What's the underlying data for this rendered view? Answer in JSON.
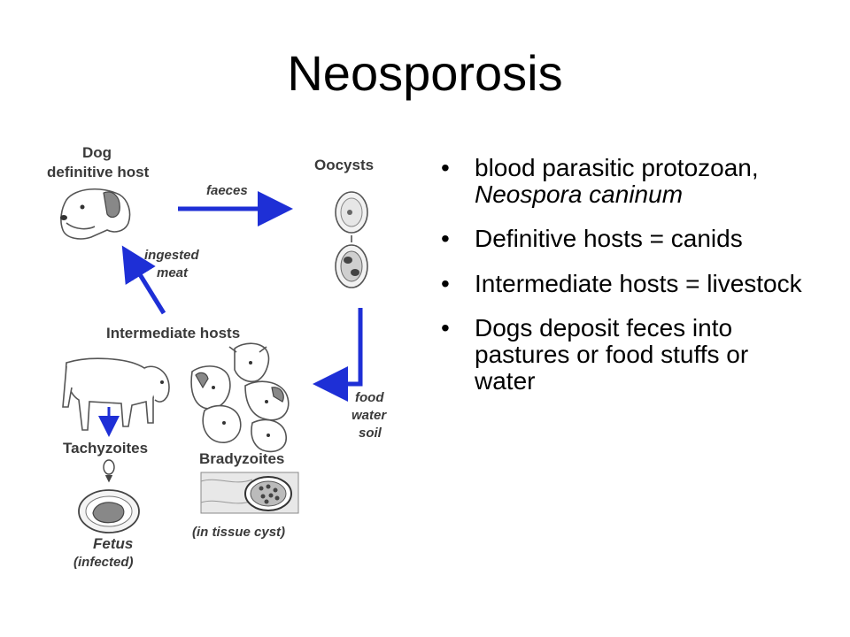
{
  "slide": {
    "title": "Neosporosis"
  },
  "diagram": {
    "labels": {
      "dog_line1": "Dog",
      "dog_line2": "definitive host",
      "faeces": "faeces",
      "oocysts": "Oocysts",
      "ingested_line1": "ingested",
      "ingested_line2": "meat",
      "intermediate_hosts": "Intermediate hosts",
      "food": "food",
      "water": "water",
      "soil": "soil",
      "tachyzoites": "Tachyzoites",
      "bradyzoites": "Bradyzoites",
      "fetus": "Fetus",
      "infected": "(infected)",
      "tissue_cyst": "(in tissue cyst)"
    },
    "arrow_color": "#1e2fd6",
    "icons": [
      "dog-icon",
      "oocyst-icon",
      "sporulated-oocyst-icon",
      "cow-icon",
      "livestock-group-icon",
      "fetus-icon",
      "tissue-cyst-icon"
    ]
  },
  "bullets": [
    {
      "text": "blood parasitic protozoan, ",
      "italic": "Neospora caninum"
    },
    {
      "text": "Definitive hosts = canids",
      "italic": ""
    },
    {
      "text": "Intermediate hosts = livestock",
      "italic": ""
    },
    {
      "text": "Dogs deposit feces into pastures or food stuffs or water",
      "italic": ""
    }
  ]
}
